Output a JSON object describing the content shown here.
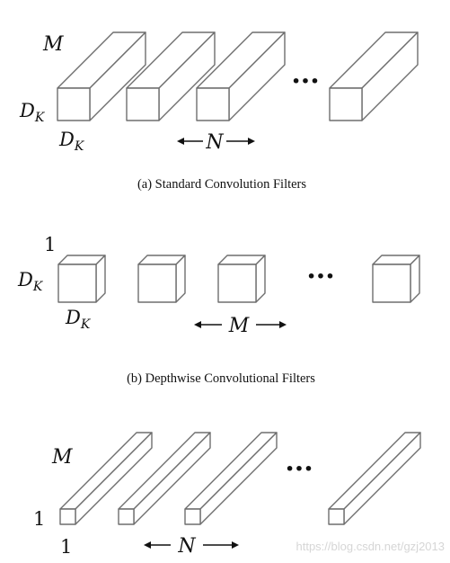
{
  "panels": [
    {
      "id": "a",
      "caption": "(a)  Standard Convolution Filters",
      "depth_label": "M",
      "height_label_main": "D",
      "height_label_sub": "K",
      "width_label_main": "D",
      "width_label_sub": "K",
      "count_label": "N",
      "ellipsis": "···"
    },
    {
      "id": "b",
      "caption": "(b)  Depthwise Convolutional Filters",
      "depth_label": "1",
      "height_label_main": "D",
      "height_label_sub": "K",
      "width_label_main": "D",
      "width_label_sub": "K",
      "count_label": "M",
      "ellipsis": "···"
    },
    {
      "id": "c",
      "depth_label": "M",
      "height_label": "1",
      "width_label": "1",
      "count_label": "N",
      "ellipsis": "···"
    }
  ],
  "watermark": "https://blog.csdn.net/gzj2013",
  "colors": {
    "box_stroke": "#6e6e6e",
    "text": "#111111",
    "watermark": "#d6d6d6"
  }
}
